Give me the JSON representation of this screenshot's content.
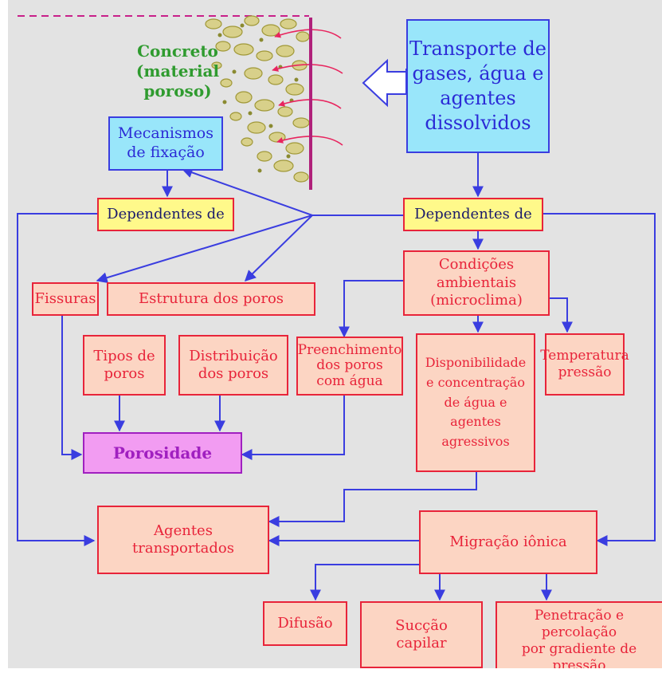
{
  "concrete_label": {
    "line1": "Concreto",
    "line2": "(material poroso)"
  },
  "transport": {
    "line1": "Transporte de",
    "line2": "gases, água e",
    "line3": "agentes",
    "line4": "dissolvidos"
  },
  "mechanisms": {
    "line1": "Mecanismos",
    "line2": "de fixação"
  },
  "dependentes_left": "Dependentes de",
  "dependentes_right": "Dependentes de",
  "fissuras": "Fissuras",
  "estrutura": "Estrutura dos poros",
  "condicoes": {
    "line1": "Condições",
    "line2": "ambientais",
    "line3": "(microclima)"
  },
  "tipos": {
    "line1": "Tipos de",
    "line2": "poros"
  },
  "distribuicao": {
    "line1": "Distribuição",
    "line2": "dos poros"
  },
  "preenchimento": {
    "line1": "Preenchimento",
    "line2": "dos poros",
    "line3": "com água"
  },
  "disponibilidade": {
    "line1": "Disponibilidade",
    "line2": "e concentração",
    "line3": "de água e",
    "line4": "agentes",
    "line5": "agressivos"
  },
  "temperatura": {
    "line1": "Temperatura",
    "line2": "pressão"
  },
  "porosidade": "Porosidade",
  "agentes": {
    "line1": "Agentes",
    "line2": "transportados"
  },
  "migracao": "Migração iônica",
  "difusao": "Difusão",
  "succao": {
    "line1": "Sucção",
    "line2": "capilar"
  },
  "penetracao": {
    "line1": "Penetração e percolação",
    "line2": "por gradiente de",
    "line3": "pressão"
  },
  "colors": {
    "arrow_blue": "#3a3de0",
    "box_red": "#e8243a",
    "concrete_green": "#2f9b2f",
    "wall_magenta": "#b0207a",
    "pore_olive": "#b8b050"
  }
}
